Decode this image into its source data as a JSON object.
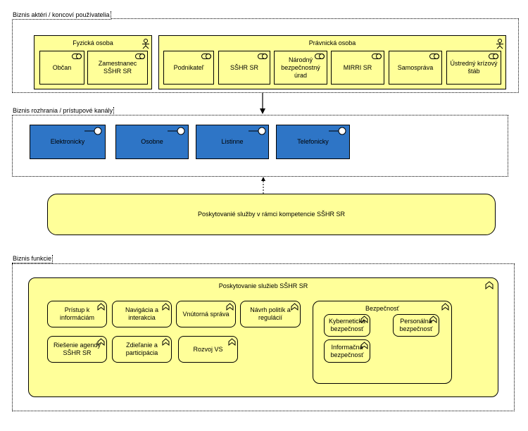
{
  "groups": {
    "actors_label": "Biznis aktéri / koncoví používatelia",
    "interfaces_label": "Biznis rozhrania / prístupové kanály",
    "functions_label": "Biznis funkcie"
  },
  "actors": {
    "physical_title": "Fyzická osoba",
    "physical_items": [
      "Občan",
      "Zamestnanec SŠHR SR"
    ],
    "legal_title": "Právnická osoba",
    "legal_items": [
      "Podnikateľ",
      "SŠHR SR",
      "Národný bezpečnostný úrad",
      "MIRRI SR",
      "Samospráva",
      "Ústredný krízový štáb"
    ]
  },
  "interfaces": [
    "Elektronicky",
    "Osobne",
    "Listinne",
    "Telefonicky"
  ],
  "service": "Poskytovanié služby v rámci kompetencie SŠHR SR",
  "functions": {
    "main_title": "Poskytovanie služieb SŠHR SR",
    "items": [
      "Prístup k informáciám",
      "Navigácia a interakcia",
      "Vnútorná správa",
      "Návrh politík a regulácií",
      "Riešenie agendy SŠHR SR",
      "Zdieľanie a participácia",
      "Rozvoj VS"
    ],
    "security_title": "Bezpečnosť",
    "security_items": [
      "Kybernetická bezpečnosť",
      "Personálna bezpečnosť",
      "Informačná bezpečnosť"
    ]
  },
  "colors": {
    "yellow": "#ffff99",
    "blue": "#2e75c6"
  }
}
